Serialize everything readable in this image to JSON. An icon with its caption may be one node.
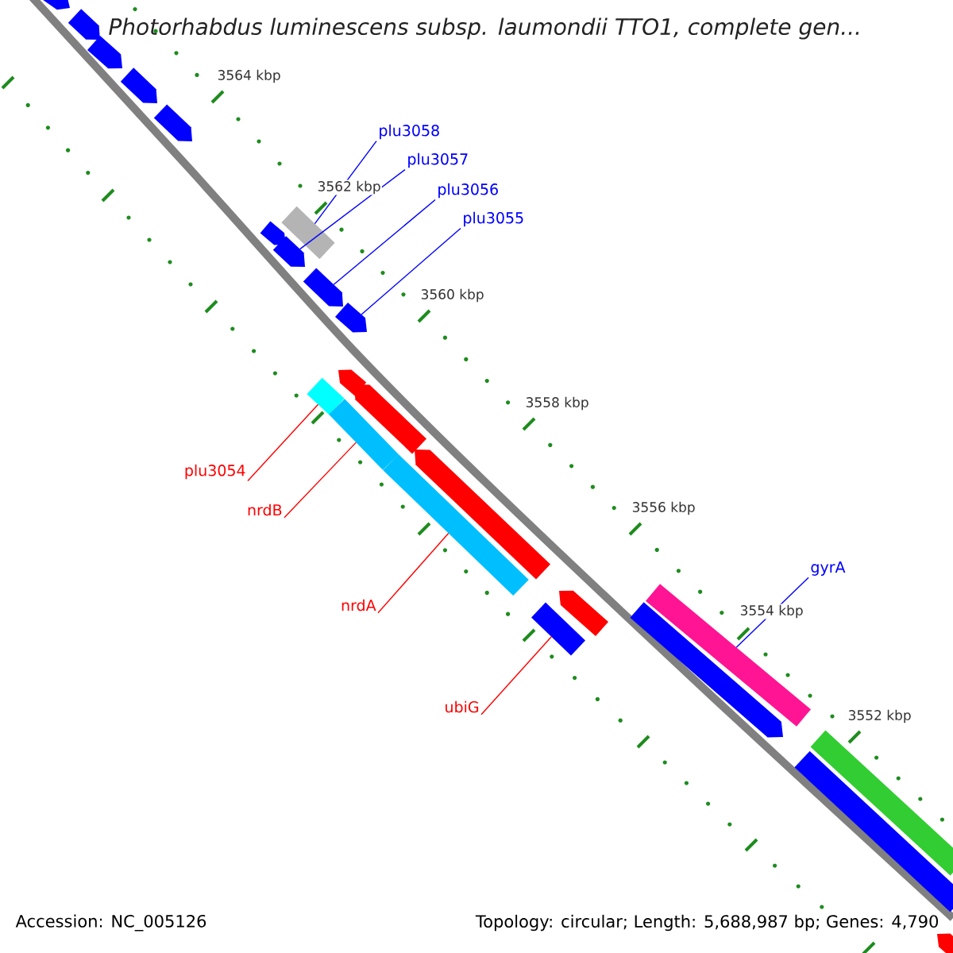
{
  "diagram": {
    "title": "Photorhabdus luminescens subsp. laumondii TTO1, complete gen...",
    "nodes": [
      {
        "text": [
          "plu3058"
        ]
      },
      {
        "text": [
          "plu3057"
        ]
      },
      {
        "text": [
          "plu3056"
        ]
      },
      {
        "text": [
          "plu3055"
        ]
      },
      {
        "text": [
          "plu3054"
        ]
      },
      {
        "text": [
          "nrdB"
        ]
      },
      {
        "text": [
          "nrdA"
        ]
      },
      {
        "text": [
          "ubiG"
        ]
      },
      {
        "text": [
          "gyrA"
        ]
      },
      {
        "text": [],
        "shape": "bar"
      },
      {
        "text": [],
        "shape": "bar"
      },
      {
        "text": [],
        "shape": "bar"
      },
      {
        "text": [],
        "shape": "bar"
      },
      {
        "text": [],
        "shape": "bar"
      },
      {
        "text": [],
        "shape": "bar"
      },
      {
        "text": [],
        "shape": "bar"
      },
      {
        "text": [],
        "shape": "bar"
      },
      {
        "text": [],
        "shape": "bar"
      },
      {
        "text": [],
        "shape": "bar"
      },
      {
        "text": [],
        "shape": "bar"
      },
      {
        "text": [],
        "shape": "bar"
      },
      {
        "text": [],
        "shape": "bar"
      },
      {
        "text": [],
        "shape": "bar"
      },
      {
        "text": [],
        "shape": "bar"
      },
      {
        "text": [],
        "shape": "bar"
      },
      {
        "text": [],
        "shape": "bar"
      },
      {
        "text": [],
        "shape": "bar"
      },
      {
        "text": [],
        "shape": "bar"
      },
      {
        "text": [],
        "shape": "bar"
      },
      {
        "text": [],
        "shape": "bar"
      },
      {
        "text": [],
        "shape": "bar"
      },
      {
        "text": [],
        "shape": "bar"
      }
    ],
    "edges": [
      {
        "from": 0,
        "to": 14,
        "arrow": "none"
      },
      {
        "from": 1,
        "to": 16,
        "arrow": "none"
      },
      {
        "from": 2,
        "to": 17,
        "arrow": "none"
      },
      {
        "from": 3,
        "to": 18,
        "arrow": "none"
      },
      {
        "from": 4,
        "to": 20,
        "arrow": "none",
        "color": "#ff0000"
      },
      {
        "from": 5,
        "to": 22,
        "arrow": "none",
        "color": "#ff0000"
      },
      {
        "from": 6,
        "to": 24,
        "arrow": "none",
        "color": "#ff0000"
      },
      {
        "from": 7,
        "to": 26,
        "arrow": "none",
        "color": "#ff0000"
      },
      {
        "from": 8,
        "to": 27,
        "arrow": "none"
      }
    ],
    "labels": [
      "3564 kbp",
      "3562 kbp",
      "3560 kbp",
      "3558 kbp",
      "3556 kbp",
      "3554 kbp",
      "3552 kbp",
      "Accession: NC_005126",
      "Topology: circular; Length: 5,688,987 bp; Genes: 4,790"
    ]
  }
}
